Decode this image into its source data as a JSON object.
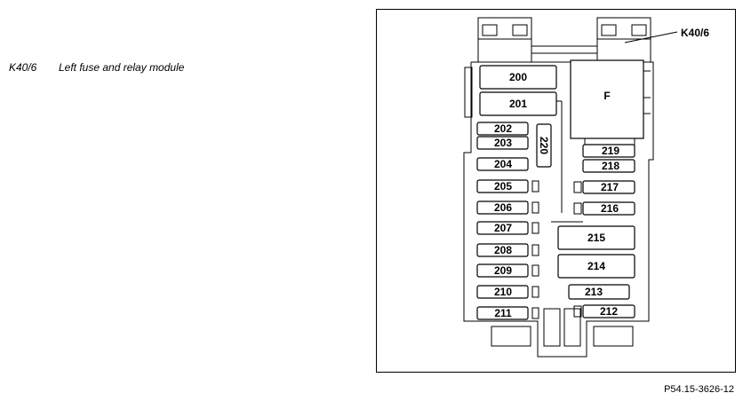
{
  "legend": {
    "code": "K40/6",
    "description": "Left fuse and relay module"
  },
  "figure_ref": "P54.15-3626-12",
  "diagram": {
    "module_label": "K40/6",
    "relay_label": "F",
    "fuses_left": [
      "200",
      "201",
      "202",
      "203",
      "204",
      "205",
      "206",
      "207",
      "208",
      "209",
      "210",
      "211"
    ],
    "fuse_vertical": "220",
    "fuses_right": [
      "219",
      "218",
      "217",
      "216",
      "215",
      "214",
      "213",
      "212"
    ]
  }
}
